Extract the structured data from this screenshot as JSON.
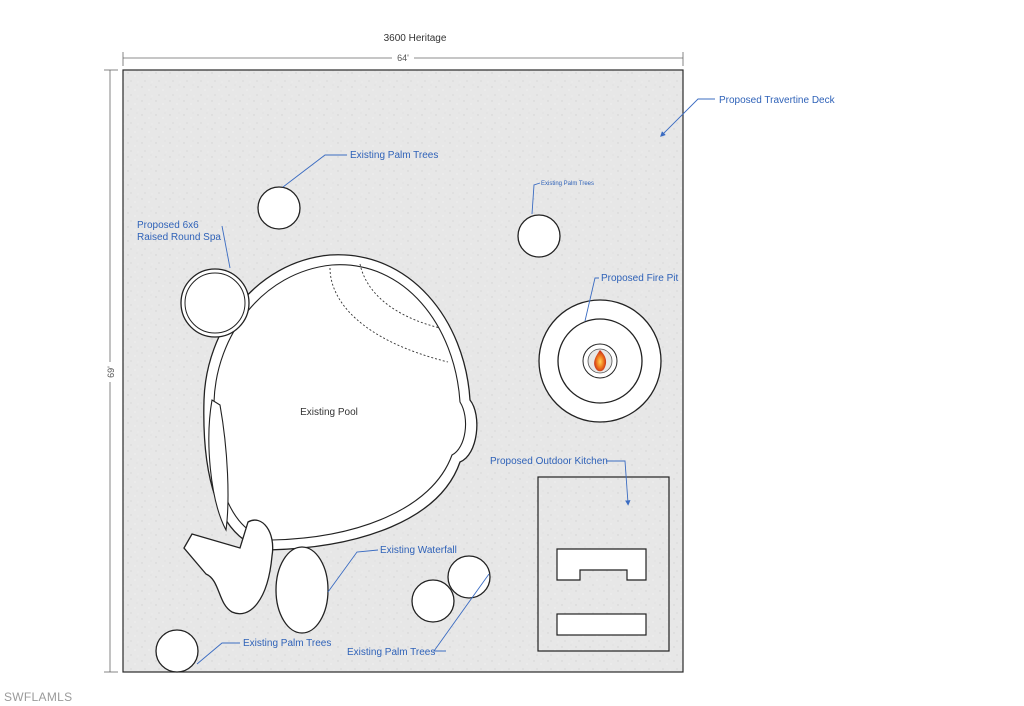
{
  "title": "3600 Heritage",
  "dimensions": {
    "width": "64'",
    "height": "69'"
  },
  "labels": {
    "deck": "Proposed Travertine Deck",
    "palms_top": "Existing Palm Trees",
    "palms_small": "Existing Palm Trees",
    "spa": "Proposed 6x6\nRaised Round Spa",
    "spa_line1": "Proposed 6x6",
    "spa_line2": "Raised Round Spa",
    "fire_pit": "Proposed Fire Pit",
    "pool": "Existing Pool",
    "kitchen": "Proposed Outdoor Kitchen",
    "waterfall": "Existing Waterfall",
    "palms_bottom_left": "Existing Palm Trees",
    "palms_bottom_right": "Existing Palm Trees"
  },
  "watermark": "SWFLAMLS",
  "colors": {
    "label": "#2f62b8",
    "deck": "#e6e6e6",
    "line": "#222222"
  }
}
